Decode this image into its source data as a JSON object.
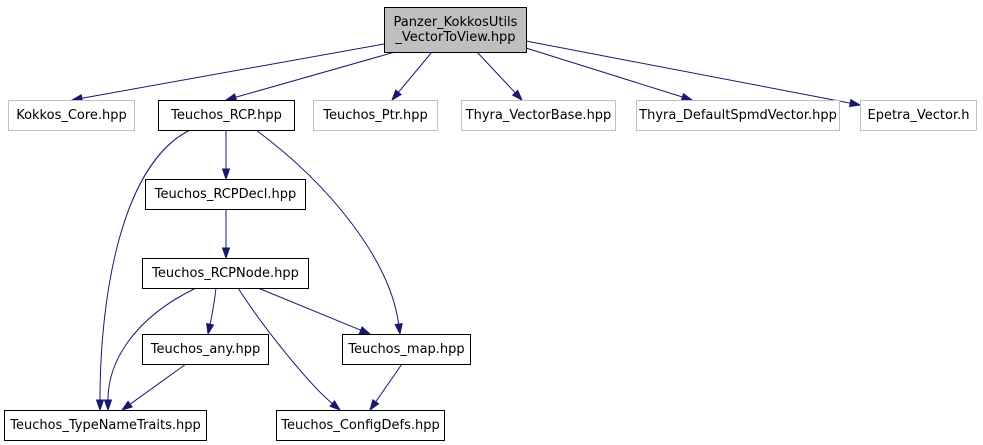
{
  "colors": {
    "edge": "#191970",
    "root_fill": "#bfbfbf",
    "root_border": "#000000",
    "node_fill": "#ffffff",
    "node_border": "#000000",
    "external_border": "#bfbfbf",
    "text": "#000000"
  },
  "nodes": [
    {
      "id": "root",
      "lines": [
        "Panzer_KokkosUtils",
        "_VectorToView.hpp"
      ],
      "kind": "root"
    },
    {
      "id": "kokkos_core",
      "lines": [
        "Kokkos_Core.hpp"
      ],
      "kind": "external"
    },
    {
      "id": "teuchos_rcp",
      "lines": [
        "Teuchos_RCP.hpp"
      ],
      "kind": "internal"
    },
    {
      "id": "teuchos_ptr",
      "lines": [
        "Teuchos_Ptr.hpp"
      ],
      "kind": "external"
    },
    {
      "id": "thyra_vectorbase",
      "lines": [
        "Thyra_VectorBase.hpp"
      ],
      "kind": "external"
    },
    {
      "id": "thyra_defaultspmdvector",
      "lines": [
        "Thyra_DefaultSpmdVector.hpp"
      ],
      "kind": "external"
    },
    {
      "id": "epetra_vector",
      "lines": [
        "Epetra_Vector.h"
      ],
      "kind": "external"
    },
    {
      "id": "teuchos_rcpdecl",
      "lines": [
        "Teuchos_RCPDecl.hpp"
      ],
      "kind": "internal"
    },
    {
      "id": "teuchos_rcpnode",
      "lines": [
        "Teuchos_RCPNode.hpp"
      ],
      "kind": "internal"
    },
    {
      "id": "teuchos_any",
      "lines": [
        "Teuchos_any.hpp"
      ],
      "kind": "internal"
    },
    {
      "id": "teuchos_map",
      "lines": [
        "Teuchos_map.hpp"
      ],
      "kind": "internal"
    },
    {
      "id": "teuchos_typenametraits",
      "lines": [
        "Teuchos_TypeNameTraits.hpp"
      ],
      "kind": "internal"
    },
    {
      "id": "teuchos_configdefs",
      "lines": [
        "Teuchos_ConfigDefs.hpp"
      ],
      "kind": "internal"
    }
  ],
  "edges": [
    {
      "from": "root",
      "to": "kokkos_core"
    },
    {
      "from": "root",
      "to": "teuchos_rcp"
    },
    {
      "from": "root",
      "to": "teuchos_ptr"
    },
    {
      "from": "root",
      "to": "thyra_vectorbase"
    },
    {
      "from": "root",
      "to": "thyra_defaultspmdvector"
    },
    {
      "from": "root",
      "to": "epetra_vector"
    },
    {
      "from": "teuchos_rcp",
      "to": "teuchos_rcpdecl"
    },
    {
      "from": "teuchos_rcp",
      "to": "teuchos_typenametraits"
    },
    {
      "from": "teuchos_rcp",
      "to": "teuchos_map"
    },
    {
      "from": "teuchos_rcpdecl",
      "to": "teuchos_rcpnode"
    },
    {
      "from": "teuchos_rcpnode",
      "to": "teuchos_any"
    },
    {
      "from": "teuchos_rcpnode",
      "to": "teuchos_typenametraits"
    },
    {
      "from": "teuchos_rcpnode",
      "to": "teuchos_map"
    },
    {
      "from": "teuchos_rcpnode",
      "to": "teuchos_configdefs"
    },
    {
      "from": "teuchos_any",
      "to": "teuchos_typenametraits"
    },
    {
      "from": "teuchos_map",
      "to": "teuchos_configdefs"
    }
  ]
}
